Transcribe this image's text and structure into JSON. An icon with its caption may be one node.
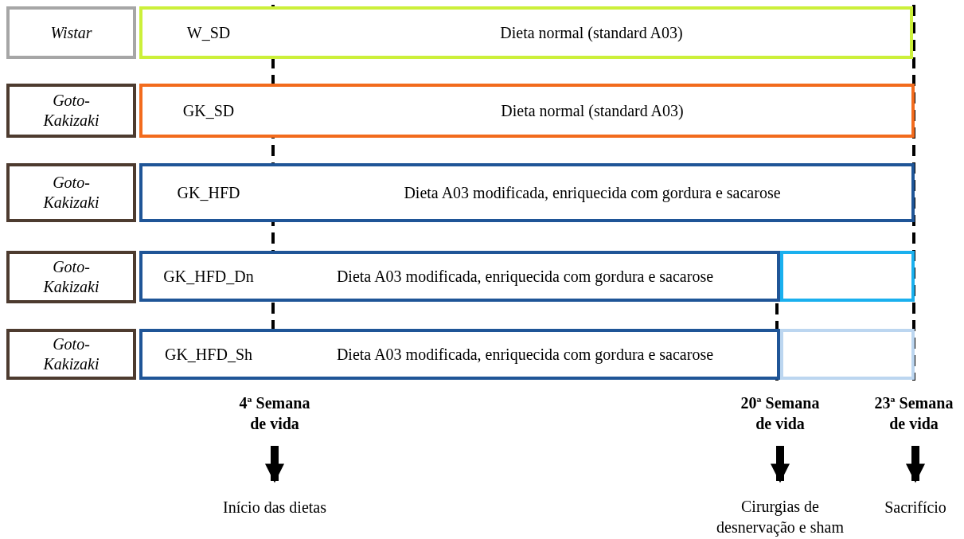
{
  "diagram": {
    "nodes": [
      {
        "text": [
          "Wistar"
        ]
      },
      {
        "text": [
          "W_SD",
          "Dieta normal (standard A03)"
        ]
      },
      {
        "text": [
          "Goto-Kakizaki"
        ]
      },
      {
        "text": [
          "GK_SD",
          "Dieta normal (standard A03)"
        ]
      },
      {
        "text": [
          "Goto-Kakizaki"
        ]
      },
      {
        "text": [
          "GK_HFD",
          "Dieta A03 modificada, enriquecida com gordura e sacarose"
        ]
      },
      {
        "text": [
          "Goto-Kakizaki"
        ]
      },
      {
        "text": [
          "GK_HFD_Dn",
          "Dieta A03 modificada, enriquecida com gordura e sacarose"
        ]
      },
      {
        "text": [],
        "shape": "box"
      },
      {
        "text": [
          "Goto-Kakizaki"
        ]
      },
      {
        "text": [
          "GK_HFD_Sh",
          "Dieta A03 modificada, enriquecida com gordura e sacarose"
        ]
      },
      {
        "text": [],
        "shape": "box"
      },
      {
        "text": [
          "4ª Semana de vida"
        ]
      },
      {
        "text": [
          "Início das dietas"
        ]
      },
      {
        "text": [
          "20ª Semana de vida"
        ]
      },
      {
        "text": [
          "Cirurgias de desnervação e sham"
        ]
      },
      {
        "text": [
          "23ª Semana de vida"
        ]
      },
      {
        "text": [
          "Sacrifício"
        ]
      }
    ],
    "edges": [
      {
        "from": 12,
        "to": 13,
        "arrow": "to"
      },
      {
        "from": 14,
        "to": 15,
        "arrow": "to"
      },
      {
        "from": 16,
        "to": 17,
        "arrow": "to"
      }
    ]
  }
}
